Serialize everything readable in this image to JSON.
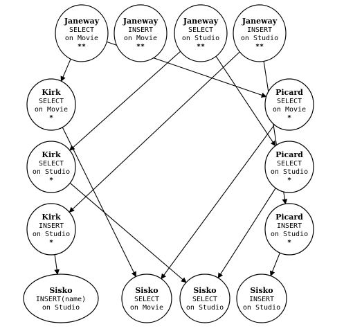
{
  "nodes": [
    {
      "id": "j1",
      "user": "Janeway",
      "lines": [
        "SELECT",
        "on Movie"
      ],
      "grant": "**"
    },
    {
      "id": "j2",
      "user": "Janeway",
      "lines": [
        "INSERT",
        "on Movie"
      ],
      "grant": "**"
    },
    {
      "id": "j3",
      "user": "Janeway",
      "lines": [
        "SELECT",
        "on Studio"
      ],
      "grant": "**"
    },
    {
      "id": "j4",
      "user": "Janeway",
      "lines": [
        "INSERT",
        "on Studio"
      ],
      "grant": "**"
    },
    {
      "id": "k1",
      "user": "Kirk",
      "lines": [
        "SELECT",
        "on Movie"
      ],
      "grant": "*"
    },
    {
      "id": "k2",
      "user": "Kirk",
      "lines": [
        "SELECT",
        "on Studio"
      ],
      "grant": "*"
    },
    {
      "id": "k3",
      "user": "Kirk",
      "lines": [
        "INSERT",
        "on Studio"
      ],
      "grant": "*"
    },
    {
      "id": "p1",
      "user": "Picard",
      "lines": [
        "SELECT",
        "on Movie"
      ],
      "grant": "*"
    },
    {
      "id": "p2",
      "user": "Picard",
      "lines": [
        "SELECT",
        "on Studio"
      ],
      "grant": "*"
    },
    {
      "id": "p3",
      "user": "Picard",
      "lines": [
        "INSERT",
        "on Studio"
      ],
      "grant": "*"
    },
    {
      "id": "s1",
      "user": "Sisko",
      "lines": [
        "INSERT(name)",
        "on Studio"
      ],
      "grant": ""
    },
    {
      "id": "s2",
      "user": "Sisko",
      "lines": [
        "SELECT",
        "on Movie"
      ],
      "grant": ""
    },
    {
      "id": "s3",
      "user": "Sisko",
      "lines": [
        "SELECT",
        "on Studio"
      ],
      "grant": ""
    },
    {
      "id": "s4",
      "user": "Sisko",
      "lines": [
        "INSERT",
        "on Studio"
      ],
      "grant": ""
    }
  ],
  "edges": [
    {
      "from": "j1",
      "to": "k1"
    },
    {
      "from": "j1",
      "to": "p1"
    },
    {
      "from": "j3",
      "to": "k2"
    },
    {
      "from": "j3",
      "to": "p2"
    },
    {
      "from": "j4",
      "to": "k3"
    },
    {
      "from": "j4",
      "to": "p3"
    },
    {
      "from": "k1",
      "to": "s2"
    },
    {
      "from": "k2",
      "to": "s3"
    },
    {
      "from": "k3",
      "to": "s1"
    },
    {
      "from": "p1",
      "to": "s2"
    },
    {
      "from": "p2",
      "to": "s3"
    },
    {
      "from": "p3",
      "to": "s4"
    }
  ]
}
